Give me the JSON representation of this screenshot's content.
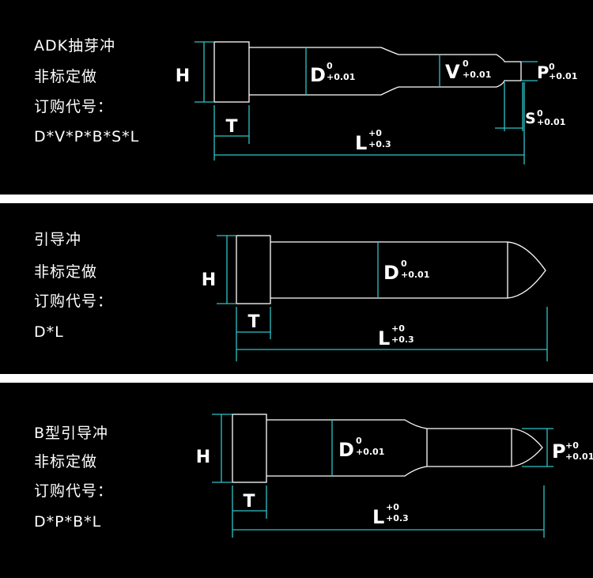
{
  "panels": [
    {
      "title": "ADK抽芽冲",
      "subtitle": "非标定做",
      "order_label": "订购代号：",
      "order_code": "D*V*P*B*S*L",
      "dims": {
        "H": "H",
        "T": "T",
        "D": "D",
        "D_upper": "0",
        "D_lower": "+0.01",
        "V": "V",
        "V_upper": "0",
        "V_lower": "+0.01",
        "P": "P",
        "P_upper": "0",
        "P_lower": "+0.01",
        "S": "S",
        "S_upper": "0",
        "S_lower": "+0.01",
        "L": "L",
        "L_upper": "+0",
        "L_lower": "+0.3"
      }
    },
    {
      "title": "引导冲",
      "subtitle": "非标定做",
      "order_label": "订购代号：",
      "order_code": "D*L",
      "dims": {
        "H": "H",
        "T": "T",
        "D": "D",
        "D_upper": "0",
        "D_lower": "+0.01",
        "L": "L",
        "L_upper": "+0",
        "L_lower": "+0.3"
      }
    },
    {
      "title": "B型引导冲",
      "subtitle": "非标定做",
      "order_label": "订购代号：",
      "order_code": "D*P*B*L",
      "dims": {
        "H": "H",
        "T": "T",
        "D": "D",
        "D_upper": "0",
        "D_lower": "+0.01",
        "P": "P",
        "P_upper": "+0",
        "P_lower": "+0.01",
        "L": "L",
        "L_upper": "+0",
        "L_lower": "+0.3"
      }
    }
  ],
  "colors": {
    "background": "#000000",
    "separator": "#ffffff",
    "outline": "#ffffff",
    "dimension_line": "#2ec4c8"
  }
}
